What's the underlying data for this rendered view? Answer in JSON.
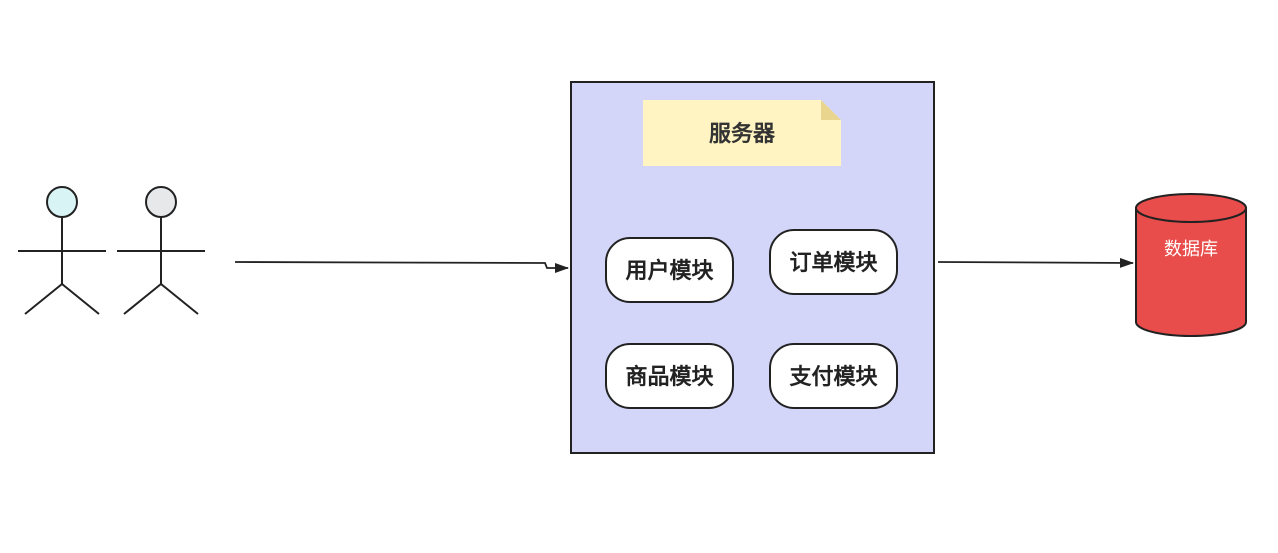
{
  "server": {
    "title": "服务器",
    "modules": {
      "user": "用户模块",
      "order": "订单模块",
      "product": "商品模块",
      "payment": "支付模块"
    }
  },
  "database": {
    "label": "数据库"
  },
  "actors": [
    {
      "icon": "actor-icon"
    },
    {
      "icon": "actor-icon"
    }
  ],
  "colors": {
    "server_fill": "#d3d6f8",
    "server_border": "#222222",
    "note_fill": "#fff4c2",
    "note_fold": "#e9d58e",
    "module_fill": "#ffffff",
    "database_fill": "#e84c4b",
    "actor1_head": "#d8f4f4",
    "actor2_head": "#e6e8ea",
    "line": "#222222"
  }
}
